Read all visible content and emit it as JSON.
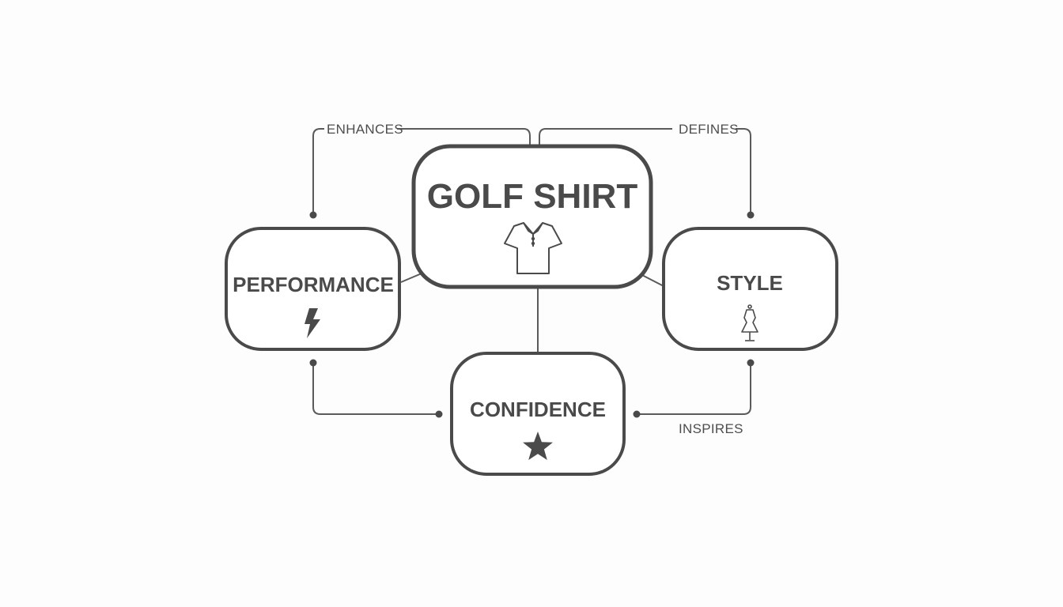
{
  "nodes": {
    "center": {
      "label": "GOLF SHIRT",
      "icon": "polo-shirt-icon"
    },
    "left": {
      "label": "PERFORMANCE",
      "icon": "lightning-bolt-icon"
    },
    "right": {
      "label": "STYLE",
      "icon": "dress-form-icon"
    },
    "bottom": {
      "label": "CONFIDENCE",
      "icon": "star-icon"
    }
  },
  "edges": {
    "left_top": {
      "label": "ENHANCES"
    },
    "right_top": {
      "label": "DEFINES"
    },
    "bottom_right": {
      "label": "INSPIRES"
    }
  },
  "colors": {
    "stroke": "#4a4a4a",
    "text": "#4a4a4a",
    "background": "#fdfdfd"
  }
}
